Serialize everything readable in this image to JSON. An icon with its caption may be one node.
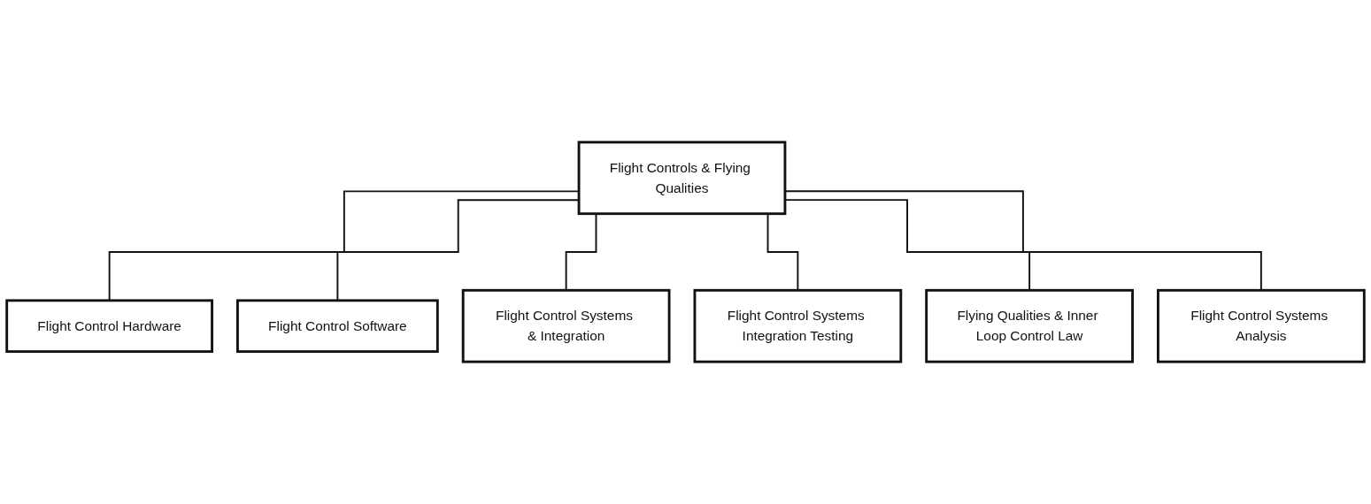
{
  "diagram": {
    "nodes": [
      {
        "text": [
          "Flight Controls & Flying Qualities"
        ]
      },
      {
        "text": [
          "Flight Control Hardware"
        ]
      },
      {
        "text": [
          "Flight Control Software"
        ]
      },
      {
        "text": [
          "Flight Control Systems & Integration"
        ]
      },
      {
        "text": [
          "Flight Control Systems Integration Testing"
        ]
      },
      {
        "text": [
          "Flying Qualities & Inner Loop Control Law"
        ]
      },
      {
        "text": [
          "Flight Control Systems Analysis"
        ]
      }
    ],
    "edges": [
      {
        "from": 0,
        "to": 1,
        "arrow": "none"
      },
      {
        "from": 0,
        "to": 2,
        "arrow": "none"
      },
      {
        "from": 0,
        "to": 3,
        "arrow": "none"
      },
      {
        "from": 0,
        "to": 4,
        "arrow": "none"
      },
      {
        "from": 0,
        "to": 5,
        "arrow": "none"
      },
      {
        "from": 0,
        "to": 6,
        "arrow": "none"
      }
    ]
  }
}
